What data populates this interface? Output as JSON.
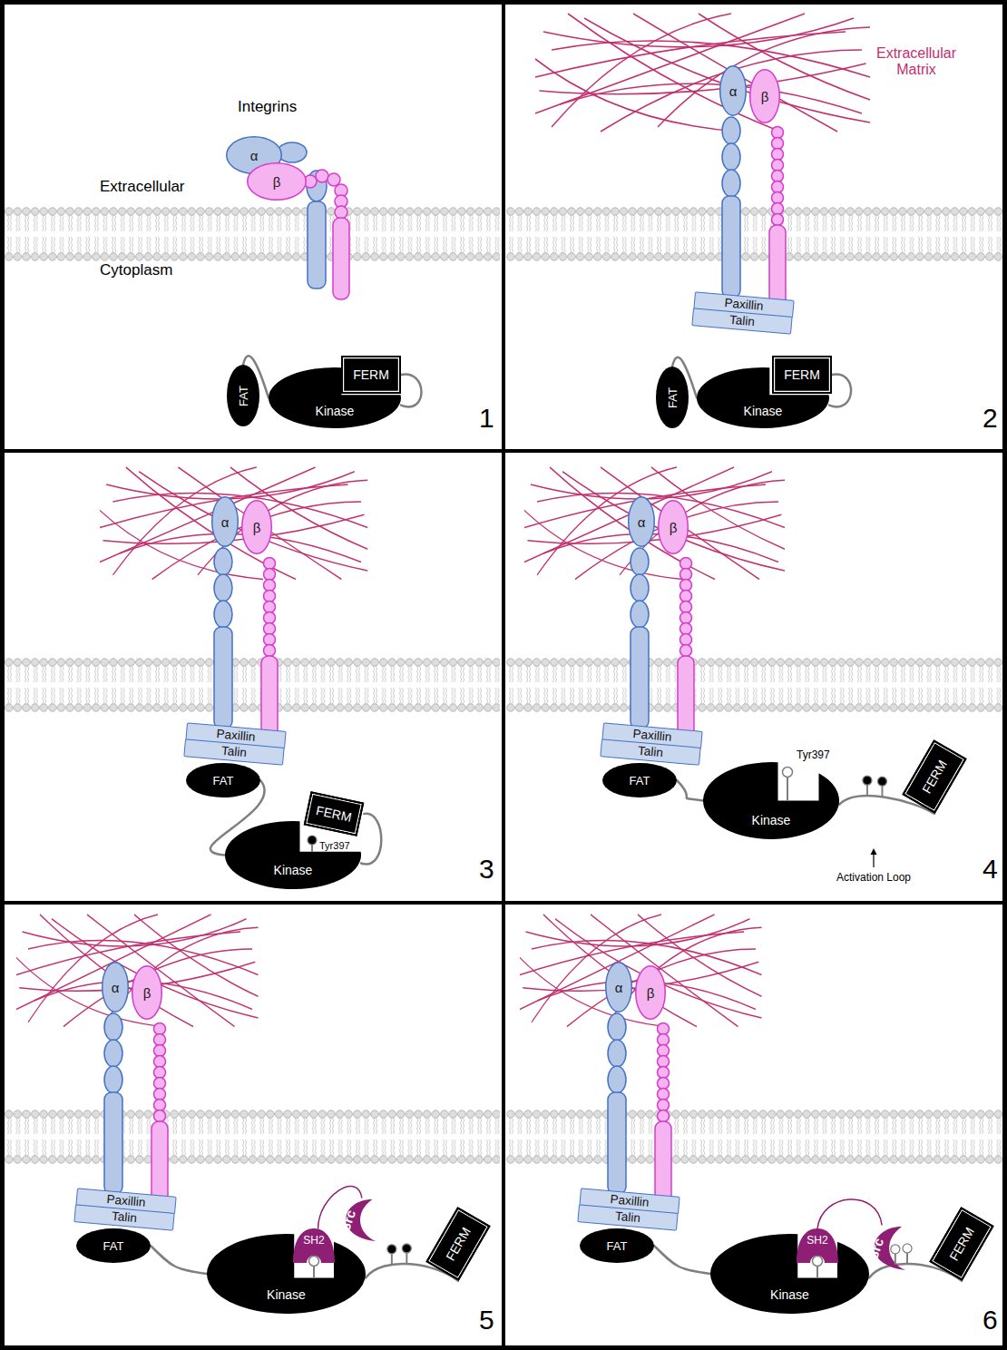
{
  "diagram": {
    "nodes": [
      {
        "text": [
          "α"
        ]
      },
      {
        "text": [
          "β"
        ]
      },
      {
        "text": [
          "FAT"
        ]
      },
      {
        "text": [
          "Kinase"
        ]
      },
      {
        "text": [
          "FERM"
        ]
      },
      {
        "text": [
          "α"
        ]
      },
      {
        "text": [
          "β"
        ]
      },
      {
        "text": [
          "Paxillin"
        ]
      },
      {
        "text": [
          "Talin"
        ]
      },
      {
        "text": [
          "FAT"
        ]
      },
      {
        "text": [
          "Kinase"
        ]
      },
      {
        "text": [
          "FERM"
        ]
      },
      {
        "text": [
          "α"
        ]
      },
      {
        "text": [
          "β"
        ]
      },
      {
        "text": [
          "Paxillin"
        ]
      },
      {
        "text": [
          "Talin"
        ]
      },
      {
        "text": [
          "FAT"
        ]
      },
      {
        "text": [
          "Kinase"
        ]
      },
      {
        "text": [
          "FERM"
        ]
      },
      {
        "text": [
          "α"
        ]
      },
      {
        "text": [
          "β"
        ]
      },
      {
        "text": [
          "Paxillin"
        ]
      },
      {
        "text": [
          "Talin"
        ]
      },
      {
        "text": [
          "FAT"
        ]
      },
      {
        "text": [
          "Kinase"
        ]
      },
      {
        "text": [
          "FERM"
        ]
      },
      {
        "text": [
          "α"
        ]
      },
      {
        "text": [
          "β"
        ]
      },
      {
        "text": [
          "Paxillin"
        ]
      },
      {
        "text": [
          "Talin"
        ]
      },
      {
        "text": [
          "FAT"
        ]
      },
      {
        "text": [
          "Kinase"
        ]
      },
      {
        "text": [
          "SH2"
        ]
      },
      {
        "text": [
          "Src"
        ]
      },
      {
        "text": [
          "FERM"
        ]
      },
      {
        "text": [
          "α"
        ]
      },
      {
        "text": [
          "β"
        ]
      },
      {
        "text": [
          "Paxillin"
        ]
      },
      {
        "text": [
          "Talin"
        ]
      },
      {
        "text": [
          "FAT"
        ]
      },
      {
        "text": [
          "Kinase"
        ]
      },
      {
        "text": [
          "SH2"
        ]
      },
      {
        "text": [
          "Src"
        ]
      },
      {
        "text": [
          "FERM"
        ]
      }
    ],
    "edges": [
      {
        "from": 2,
        "to": 3,
        "arrow": "none"
      },
      {
        "from": 3,
        "to": 4,
        "arrow": "none"
      },
      {
        "from": 9,
        "to": 10,
        "arrow": "none"
      },
      {
        "from": 10,
        "to": 11,
        "arrow": "none"
      },
      {
        "from": 16,
        "to": 17,
        "arrow": "none"
      },
      {
        "from": 17,
        "to": 18,
        "arrow": "none"
      },
      {
        "from": 23,
        "to": 24,
        "arrow": "none"
      },
      {
        "from": 24,
        "to": 25,
        "arrow": "none"
      },
      {
        "from": 30,
        "to": 31,
        "arrow": "none"
      },
      {
        "from": 31,
        "to": 34,
        "arrow": "none"
      },
      {
        "from": 32,
        "to": 33,
        "arrow": "none"
      },
      {
        "from": 39,
        "to": 40,
        "arrow": "none"
      },
      {
        "from": 40,
        "to": 43,
        "arrow": "none"
      },
      {
        "from": 41,
        "to": 42,
        "arrow": "none"
      }
    ],
    "labels": [
      "Integrins",
      "Extracellular",
      "Cytoplasm",
      "1",
      "Extracellular Matrix",
      "2",
      "Tyr397",
      "3",
      "Tyr397",
      "Activation Loop",
      "4",
      "5",
      "6"
    ]
  }
}
